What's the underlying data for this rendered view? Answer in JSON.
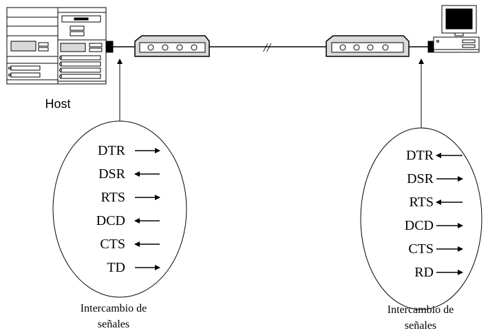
{
  "host": {
    "label": "Host"
  },
  "break_mark": "//",
  "left_panel": {
    "signals": [
      {
        "name": "DTR",
        "dir": "right"
      },
      {
        "name": "DSR",
        "dir": "left"
      },
      {
        "name": "RTS",
        "dir": "right"
      },
      {
        "name": "DCD",
        "dir": "left"
      },
      {
        "name": "CTS",
        "dir": "left"
      },
      {
        "name": "TD",
        "dir": "right"
      }
    ],
    "caption_line1": "Intercambio de",
    "caption_line2": "señales"
  },
  "right_panel": {
    "signals": [
      {
        "name": "DTR",
        "dir": "left"
      },
      {
        "name": "DSR",
        "dir": "right"
      },
      {
        "name": "RTS",
        "dir": "left"
      },
      {
        "name": "DCD",
        "dir": "right"
      },
      {
        "name": "CTS",
        "dir": "right"
      },
      {
        "name": "RD",
        "dir": "right"
      }
    ],
    "caption_line1": "Intercambio de",
    "caption_line2": "señales"
  },
  "colors": {
    "stroke": "#000000",
    "device_fill": "#d9d9d9",
    "background": "#ffffff"
  }
}
